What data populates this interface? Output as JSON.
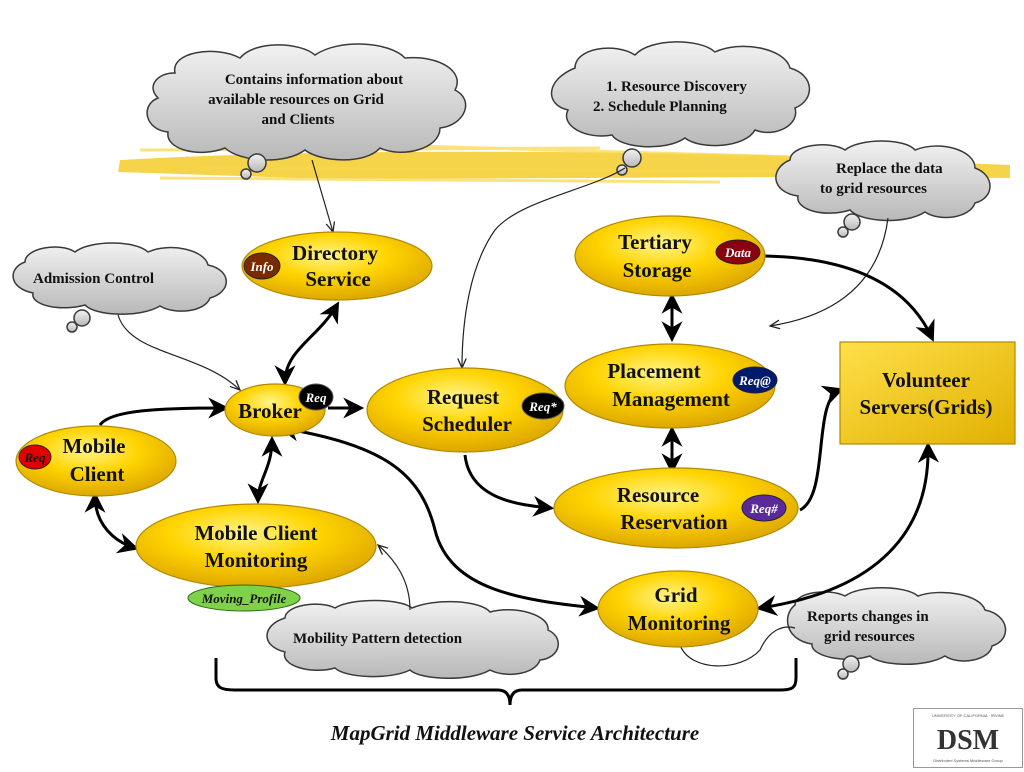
{
  "caption": "MapGrid Middleware Service Architecture",
  "clouds": {
    "directory_info": [
      "Contains information about",
      "available resources on Grid",
      "and Clients"
    ],
    "scheduler_tasks": [
      "1. Resource Discovery",
      "2. Schedule Planning"
    ],
    "replace_data": [
      "Replace the data",
      "to grid resources"
    ],
    "admission": [
      "Admission Control"
    ],
    "mobility": [
      "Mobility Pattern detection"
    ],
    "reports": [
      "Reports changes in",
      "grid resources"
    ]
  },
  "nodes": {
    "directory": [
      "Directory",
      "Service"
    ],
    "tertiary": [
      "Tertiary",
      "Storage"
    ],
    "placement": [
      "Placement",
      "Management"
    ],
    "broker": [
      "Broker"
    ],
    "request": [
      "Request",
      "Scheduler"
    ],
    "reservation": [
      "Resource",
      "Reservation"
    ],
    "mobile_client": [
      "Mobile",
      "Client"
    ],
    "mcm": [
      "Mobile Client",
      "Monitoring"
    ],
    "grid_monitoring": [
      "Grid",
      "Monitoring"
    ],
    "volunteer": [
      "Volunteer",
      "Servers(Grids)"
    ]
  },
  "badges": {
    "info": "Info",
    "data": "Data",
    "req_at": "Req@",
    "req_broker": "Req",
    "req_star": "Req*",
    "req_hash": "Req#",
    "req_client": "Req",
    "moving": "Moving_Profile"
  },
  "colors": {
    "node_fill": "#f2c400",
    "volunteer_fill": "#f5c800",
    "badge_info": "#7a2a00",
    "badge_data": "#8a0010",
    "badge_req_at": "#001a6e",
    "badge_req": "#000000",
    "badge_req_hash": "#5a2a9a",
    "badge_client": "#e00000",
    "badge_moving": "#7fd14a",
    "highlight_stroke": "#f4cc2a"
  },
  "logo": {
    "text": "DSM",
    "top_line": "UNIVERSITY OF CALIFORNIA · IRVINE",
    "bottom_line": "Distributed Systems Middleware Group"
  }
}
